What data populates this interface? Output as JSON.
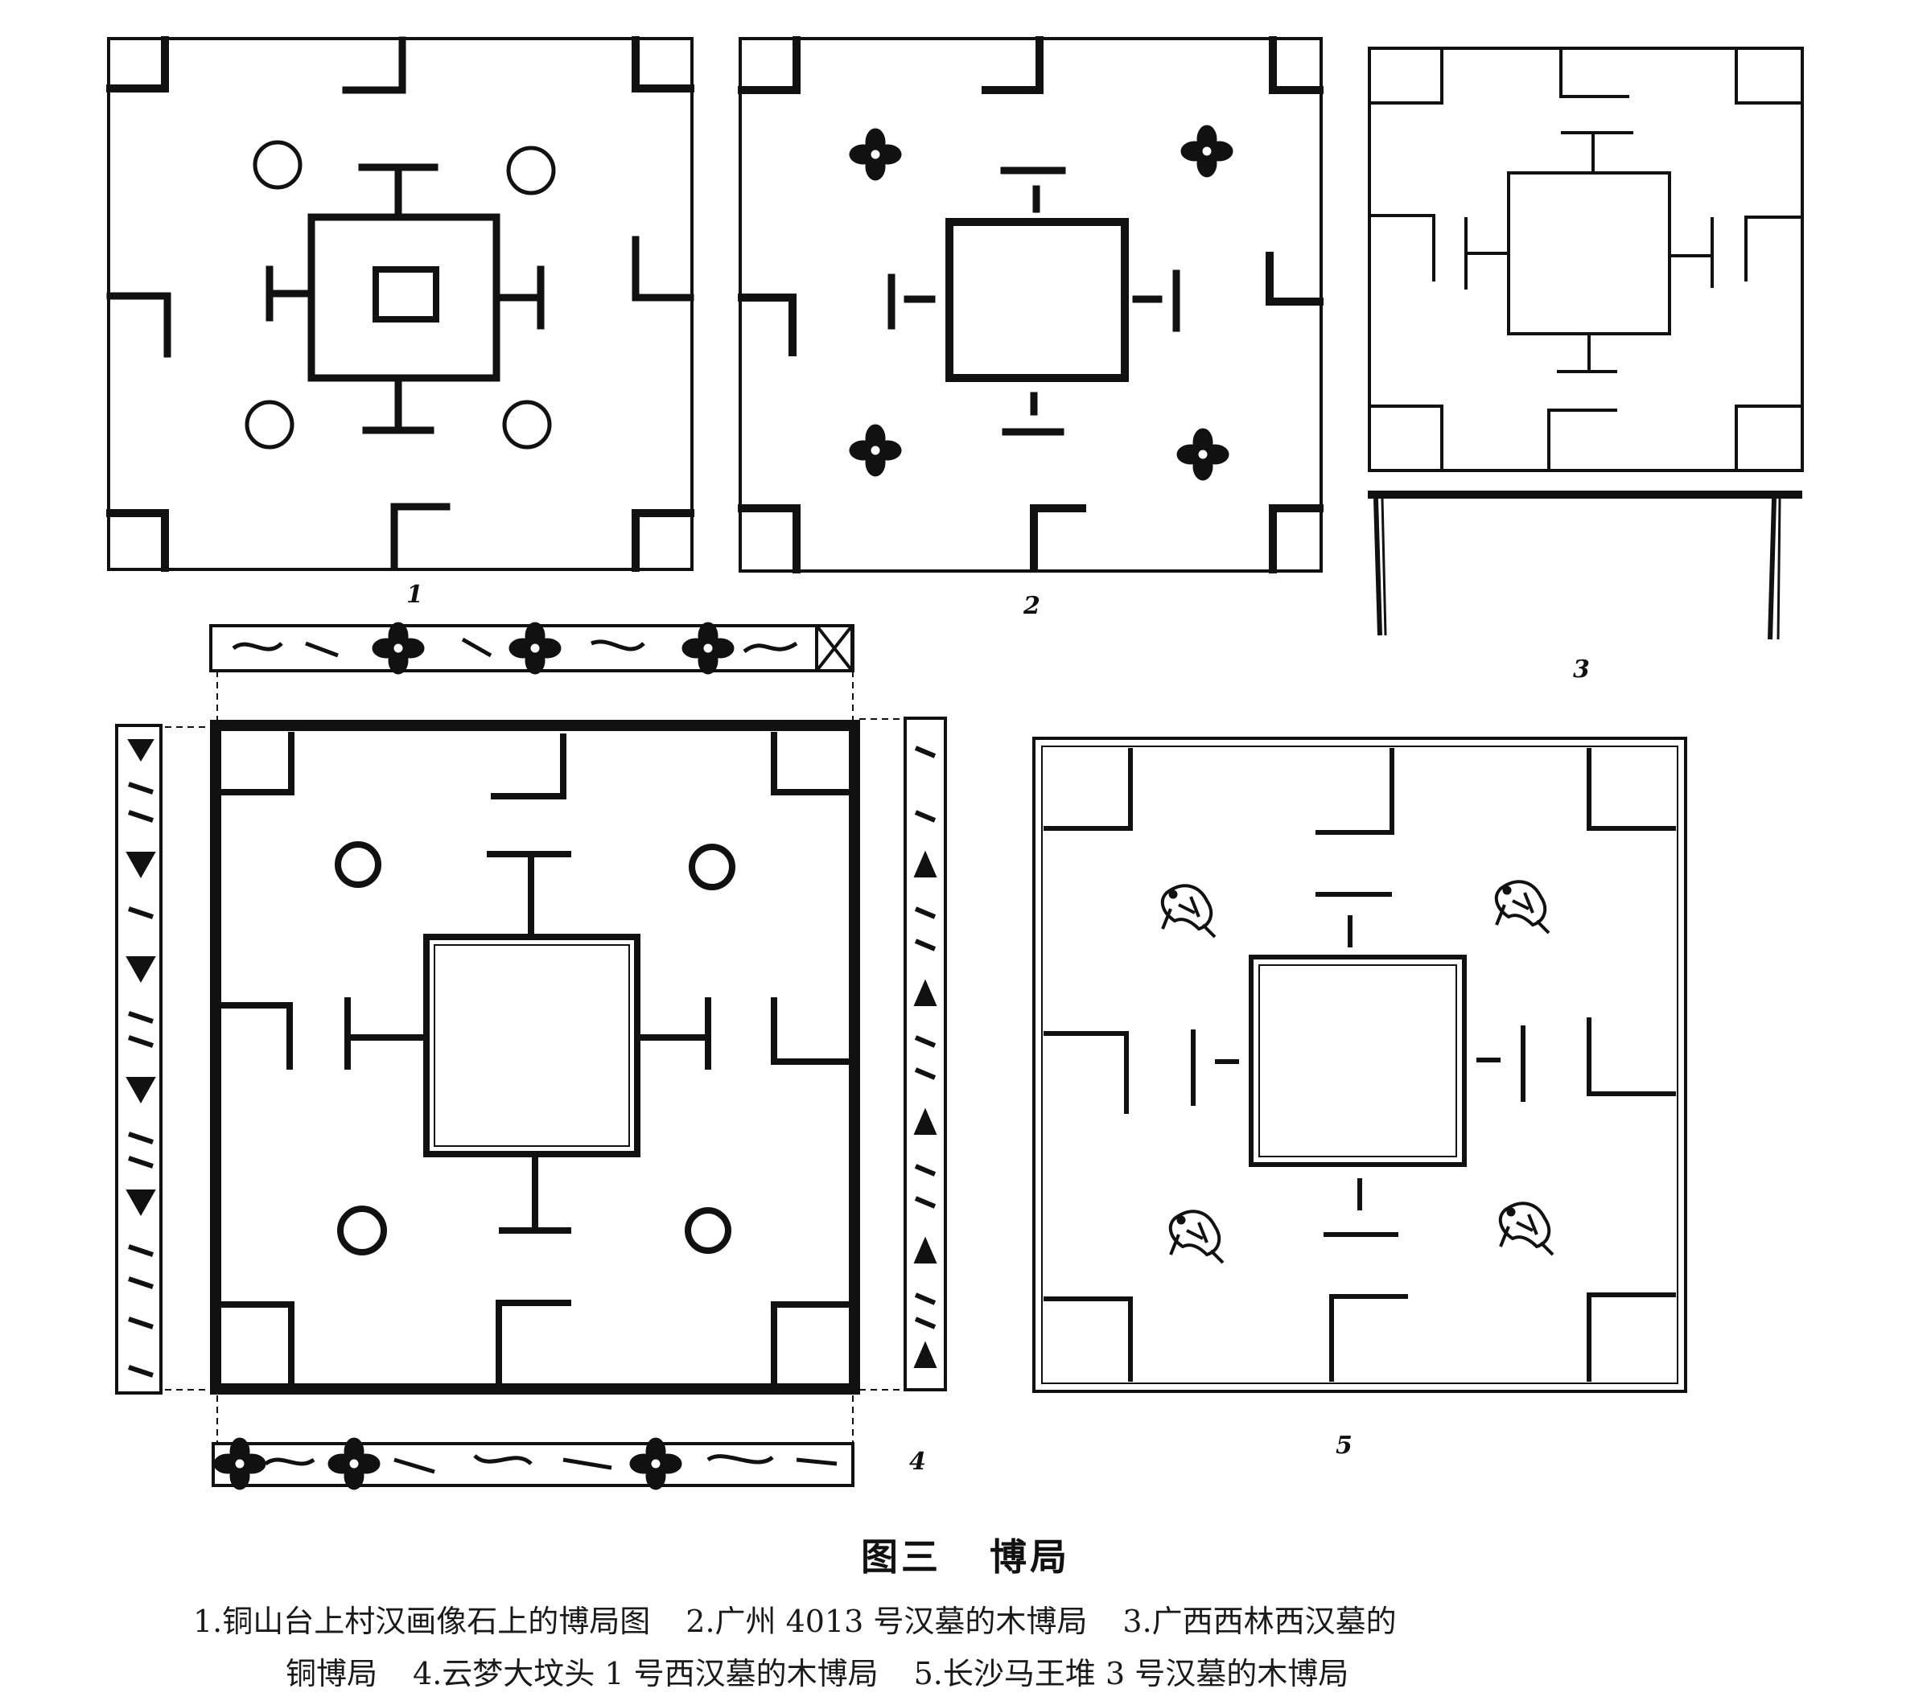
{
  "figure": {
    "title": "图三",
    "subtitle": "博局",
    "panel_numbers": [
      "1",
      "2",
      "3",
      "4",
      "5"
    ],
    "captions": [
      {
        "num": "1",
        "text": "1.铜山台上村汉画像石上的博局图"
      },
      {
        "num": "2",
        "text": "2.广州 4013 号汉墓的木博局"
      },
      {
        "num": "3",
        "text": "3.广西西林西汉墓的铜博局"
      },
      {
        "num": "4",
        "text": "4.云梦大坟头 1 号西汉墓的木博局"
      },
      {
        "num": "5",
        "text": "5.长沙马王堆 3 号汉墓的木博局"
      }
    ],
    "caption_line1": {
      "c1": "1.铜山台上村汉画像石上的博局图",
      "c2": "2.广州 4013 号汉墓的木博局",
      "c3a": "3.广西西林西汉墓的"
    },
    "caption_line2": {
      "c3b": "铜博局",
      "c4": "4.云梦大坟头 1 号西汉墓的木博局",
      "c5": "5.长沙马王堆 3 号汉墓的木博局"
    }
  },
  "colors": {
    "ink": "#111111",
    "paper": "#ffffff"
  }
}
